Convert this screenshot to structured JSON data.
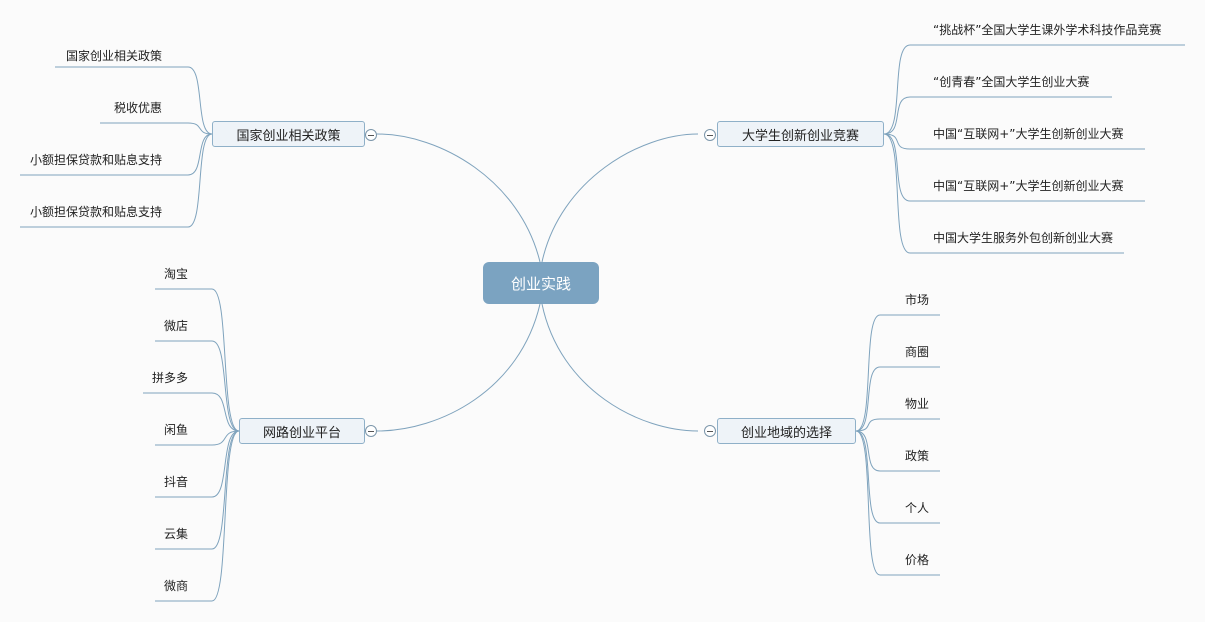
{
  "root": {
    "label": "创业实践"
  },
  "branches": {
    "policy": {
      "label": "国家创业相关政策",
      "children": [
        "国家创业相关政策",
        "税收优惠",
        "小额担保贷款和贴息支持",
        "小额担保贷款和贴息支持"
      ]
    },
    "platform": {
      "label": "网路创业平台",
      "children": [
        "淘宝",
        "微店",
        "拼多多",
        "闲鱼",
        "抖音",
        "云集",
        "微商"
      ]
    },
    "contest": {
      "label": "大学生创新创业竞赛",
      "children": [
        "“挑战杯”全国大学生课外学术科技作品竞赛",
        "“创青春”全国大学生创业大赛",
        "中国“互联网+”大学生创新创业大赛",
        "中国“互联网+”大学生创新创业大赛",
        "中国大学生服务外包创新创业大赛"
      ]
    },
    "region": {
      "label": "创业地域的选择",
      "children": [
        "市场",
        "商圈",
        "物业",
        "政策",
        "个人",
        "价格"
      ]
    }
  },
  "colors": {
    "root_fill": "#7ba3c1",
    "branch_fill": "#eef3f8",
    "line": "#7fa3bd"
  }
}
